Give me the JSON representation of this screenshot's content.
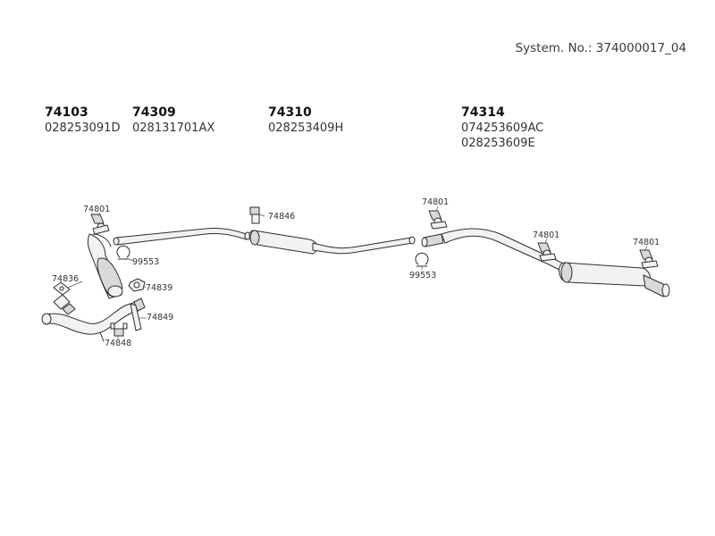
{
  "header": {
    "system_label": "System. No.: 374000017_04"
  },
  "parts": [
    {
      "number": "74103",
      "codes": [
        "028253091D"
      ]
    },
    {
      "number": "74309",
      "codes": [
        "028131701AX"
      ]
    },
    {
      "number": "74310",
      "codes": [
        "028253409H"
      ]
    },
    {
      "number": "74314",
      "codes": [
        "074253609AC",
        "028253609E"
      ]
    }
  ],
  "callouts": {
    "c1": "74801",
    "c2": "74846",
    "c3": "74801",
    "c4": "74801",
    "c5": "74801",
    "c6": "99553",
    "c7": "99553",
    "c8": "74836",
    "c9": "74839",
    "c10": "74849",
    "c11": "74848"
  },
  "colors": {
    "line": "#2e2e2e",
    "fill": "#f2f2f2",
    "shade": "#d9d9d9"
  }
}
